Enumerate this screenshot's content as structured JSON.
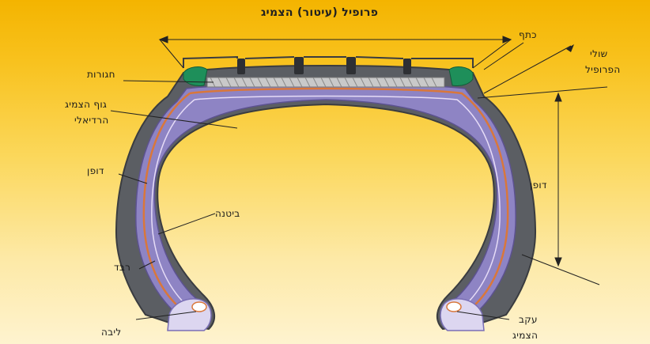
{
  "diagram": {
    "title": "פרופיל (עיטור) הצמיג",
    "labels": {
      "shoulder": "כתף",
      "profile_edges_line1": "שולי",
      "profile_edges_line2": "הפרופיל",
      "belts": "חגורות",
      "radial_body_line1": "גוף הצמיג",
      "radial_body_line2": "הרדיאלי",
      "sidewall_left": "דופן",
      "sidewall_right": "דופן",
      "liner": "ביטנה",
      "rubber": "רבד",
      "bead": "ליבה",
      "heel_line1": "עקב",
      "heel_line2": "הצמיג"
    },
    "colors": {
      "background_top": "#f4b400",
      "background_bottom": "#fef3cf",
      "tire_rubber": "#5b5e63",
      "inner_body": "#8e84c4",
      "ply": "#d9773b",
      "shoulder_green": "#1e8f5a"
    }
  }
}
